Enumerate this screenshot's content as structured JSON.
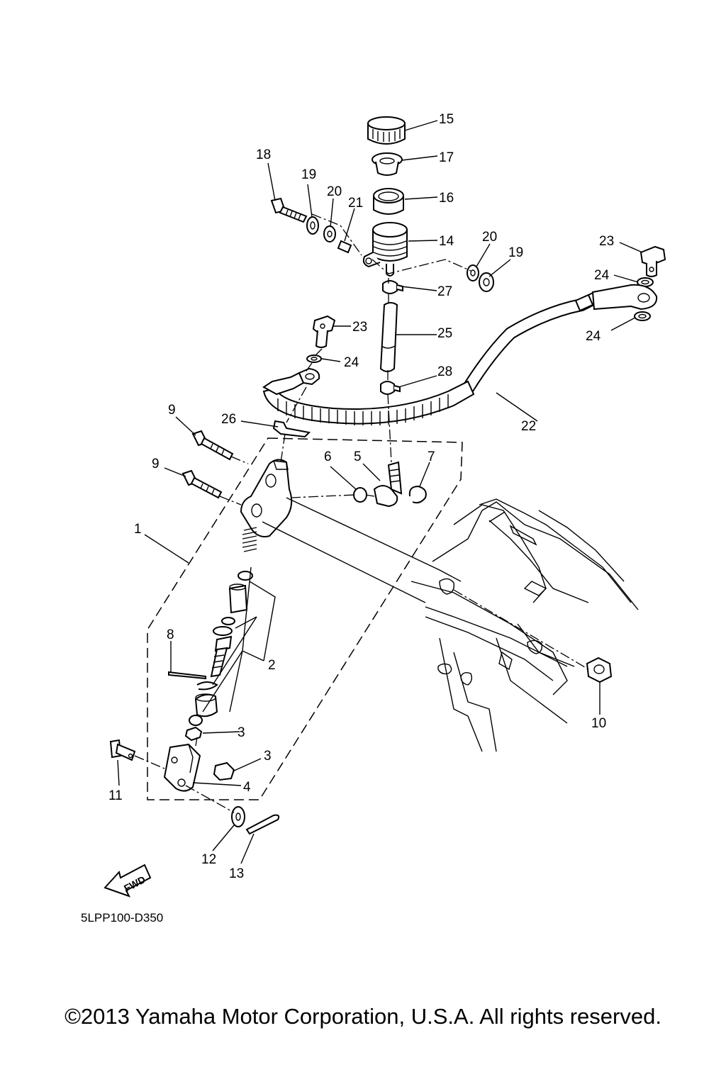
{
  "diagram": {
    "part_code": "5LPP100-D350",
    "fwd_label": "FWD",
    "copyright": "©2013 Yamaha Motor Corporation, U.S.A. All rights reserved.",
    "callouts": [
      {
        "id": "c15",
        "text": "15"
      },
      {
        "id": "c17",
        "text": "17"
      },
      {
        "id": "c16",
        "text": "16"
      },
      {
        "id": "c18",
        "text": "18"
      },
      {
        "id": "c19a",
        "text": "19"
      },
      {
        "id": "c20a",
        "text": "20"
      },
      {
        "id": "c21",
        "text": "21"
      },
      {
        "id": "c14",
        "text": "14"
      },
      {
        "id": "c20b",
        "text": "20"
      },
      {
        "id": "c19b",
        "text": "19"
      },
      {
        "id": "c23a",
        "text": "23"
      },
      {
        "id": "c24a",
        "text": "24"
      },
      {
        "id": "c24b",
        "text": "24"
      },
      {
        "id": "c27",
        "text": "27"
      },
      {
        "id": "c23b",
        "text": "23"
      },
      {
        "id": "c25",
        "text": "25"
      },
      {
        "id": "c24c",
        "text": "24"
      },
      {
        "id": "c28",
        "text": "28"
      },
      {
        "id": "c22",
        "text": "22"
      },
      {
        "id": "c9a",
        "text": "9"
      },
      {
        "id": "c26",
        "text": "26"
      },
      {
        "id": "c6",
        "text": "6"
      },
      {
        "id": "c5",
        "text": "5"
      },
      {
        "id": "c7",
        "text": "7"
      },
      {
        "id": "c9b",
        "text": "9"
      },
      {
        "id": "c1",
        "text": "1"
      },
      {
        "id": "c8",
        "text": "8"
      },
      {
        "id": "c2",
        "text": "2"
      },
      {
        "id": "c10",
        "text": "10"
      },
      {
        "id": "c3a",
        "text": "3"
      },
      {
        "id": "c3b",
        "text": "3"
      },
      {
        "id": "c11",
        "text": "11"
      },
      {
        "id": "c4",
        "text": "4"
      },
      {
        "id": "c12",
        "text": "12"
      },
      {
        "id": "c13",
        "text": "13"
      }
    ]
  }
}
